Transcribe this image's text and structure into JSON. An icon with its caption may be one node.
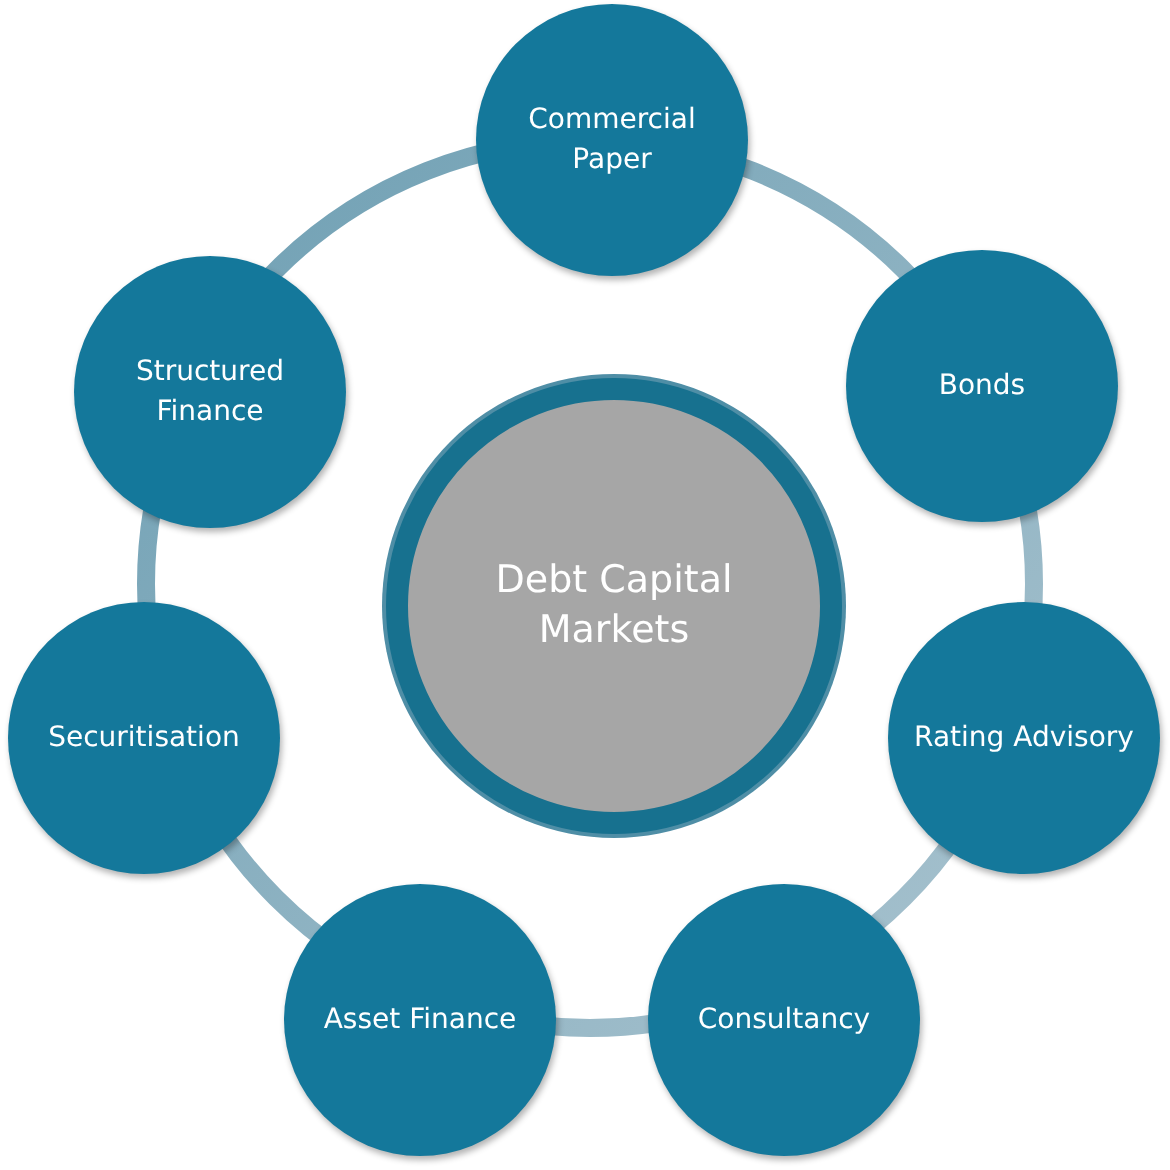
{
  "diagram": {
    "nodes": [
      {
        "text": [
          "Debt Capital Markets"
        ]
      },
      {
        "text": [
          "Commercial Paper"
        ]
      },
      {
        "text": [
          "Bonds"
        ]
      },
      {
        "text": [
          "Rating Advisory"
        ]
      },
      {
        "text": [
          "Consultancy"
        ]
      },
      {
        "text": [
          "Asset Finance"
        ]
      },
      {
        "text": [
          "Securitisation"
        ]
      },
      {
        "text": [
          "Structured Finance"
        ]
      }
    ],
    "edges": []
  }
}
